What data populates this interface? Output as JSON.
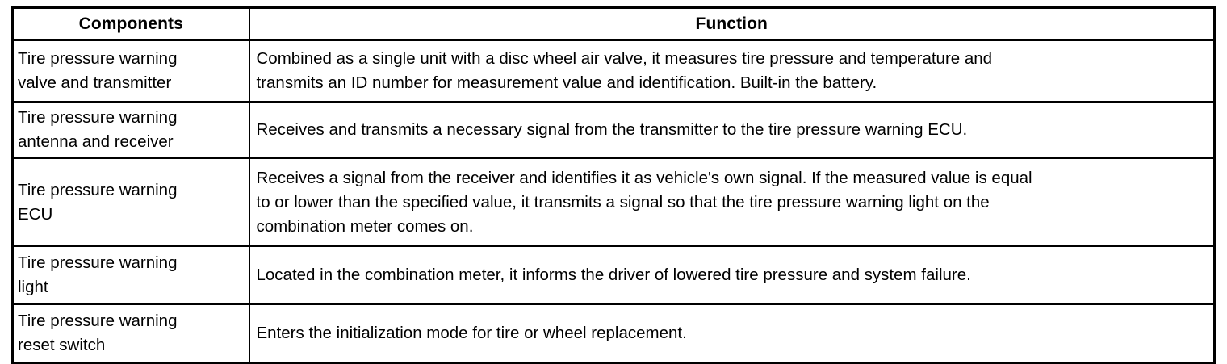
{
  "table": {
    "headers": {
      "components": "Components",
      "function": "Function"
    },
    "rows": [
      {
        "component_lines": [
          "Tire pressure warning",
          "valve and transmitter"
        ],
        "function_lines": [
          "Combined as a single unit with a disc wheel air valve, it measures tire pressure and temperature and",
          "transmits an ID number for measurement value and identification. Built-in the battery."
        ]
      },
      {
        "component_lines": [
          "Tire pressure warning",
          "antenna and receiver"
        ],
        "function_lines": [
          "Receives and transmits a necessary signal from the transmitter to the tire pressure warning ECU."
        ]
      },
      {
        "component_lines": [
          "Tire pressure warning",
          "ECU"
        ],
        "function_lines": [
          "Receives a signal from the receiver and identifies it as vehicle's own signal. If the measured value is equal",
          "to or lower than the specified value, it transmits a signal so that the tire pressure warning light on the",
          "combination meter comes on."
        ]
      },
      {
        "component_lines": [
          "Tire pressure warning",
          "light"
        ],
        "function_lines": [
          "Located in the combination meter, it informs the driver of lowered tire pressure and system failure."
        ]
      },
      {
        "component_lines": [
          "Tire pressure warning",
          "reset switch"
        ],
        "function_lines": [
          "Enters the initialization mode for tire or wheel replacement."
        ]
      }
    ]
  },
  "colors": {
    "border": "#000000",
    "text": "#000000",
    "background": "#ffffff"
  }
}
